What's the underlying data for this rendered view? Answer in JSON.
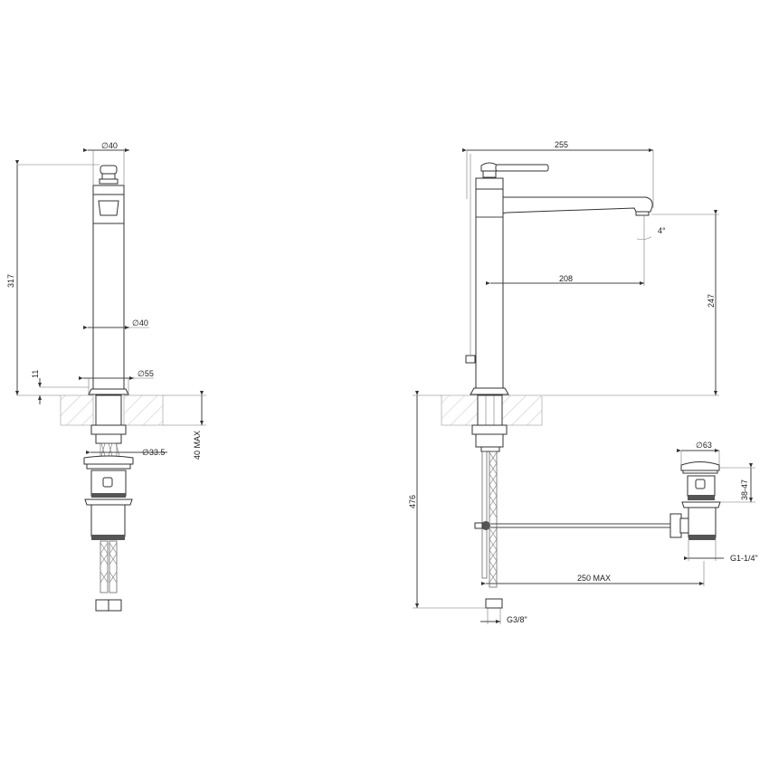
{
  "drawing": {
    "type": "technical-dimension-drawing",
    "subject": "tall single-lever basin mixer with pop-up waste",
    "views": [
      {
        "name": "front-view",
        "dimensions": {
          "top_diameter": "∅40",
          "overall_height": "317",
          "body_diameter": "∅40",
          "base_diameter": "∅55",
          "base_height": "11",
          "shank_diameter": "∅33.5",
          "max_deck_thickness": "40 MAX"
        }
      },
      {
        "name": "side-view",
        "dimensions": {
          "overall_projection": "255",
          "spout_reach": "208",
          "spout_height": "247",
          "spout_angle": "4°",
          "total_height_below": "476",
          "waste_diameter": "∅63",
          "waste_range": "38-47",
          "waste_thread": "G1-1/4\"",
          "rod_length": "250 MAX",
          "hose_connection": "G3/8\""
        }
      }
    ]
  },
  "colors": {
    "line": "#444444",
    "text": "#222222",
    "hatch": "#999999",
    "background": "#ffffff"
  }
}
